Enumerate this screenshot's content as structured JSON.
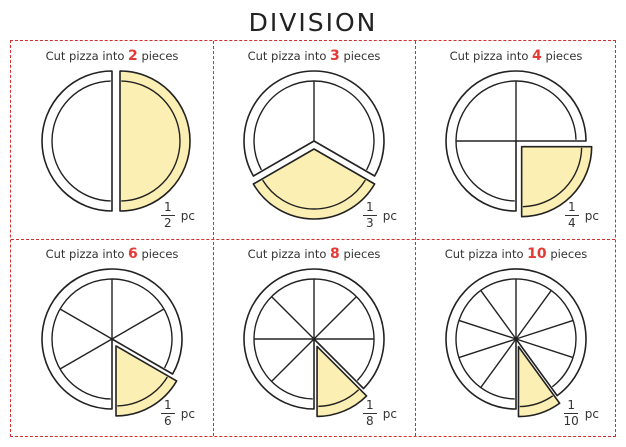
{
  "page": {
    "title": "DIVISION"
  },
  "panels": [
    {
      "caption_prefix": "Cut pizza into",
      "pieces": 2,
      "pieces_text": "2",
      "caption_suffix": "pieces",
      "numerator": "1",
      "denominator": "2",
      "unit": "pc"
    },
    {
      "caption_prefix": "Cut pizza into",
      "pieces": 3,
      "pieces_text": "3",
      "caption_suffix": "pieces",
      "numerator": "1",
      "denominator": "3",
      "unit": "pc"
    },
    {
      "caption_prefix": "Cut pizza into",
      "pieces": 4,
      "pieces_text": "4",
      "caption_suffix": "pieces",
      "numerator": "1",
      "denominator": "4",
      "unit": "pc"
    },
    {
      "caption_prefix": "Cut pizza into",
      "pieces": 6,
      "pieces_text": "6",
      "caption_suffix": "pieces",
      "numerator": "1",
      "denominator": "6",
      "unit": "pc"
    },
    {
      "caption_prefix": "Cut pizza into",
      "pieces": 8,
      "pieces_text": "8",
      "caption_suffix": "pieces",
      "numerator": "1",
      "denominator": "8",
      "unit": "pc"
    },
    {
      "caption_prefix": "Cut pizza into",
      "pieces": 10,
      "pieces_text": "10",
      "caption_suffix": "pieces",
      "numerator": "1",
      "denominator": "10",
      "unit": "pc"
    }
  ],
  "colors": {
    "border": "#d32f2f",
    "accent_number": "#e53935",
    "slice_fill": "#fbefb4",
    "outline": "#222222"
  }
}
